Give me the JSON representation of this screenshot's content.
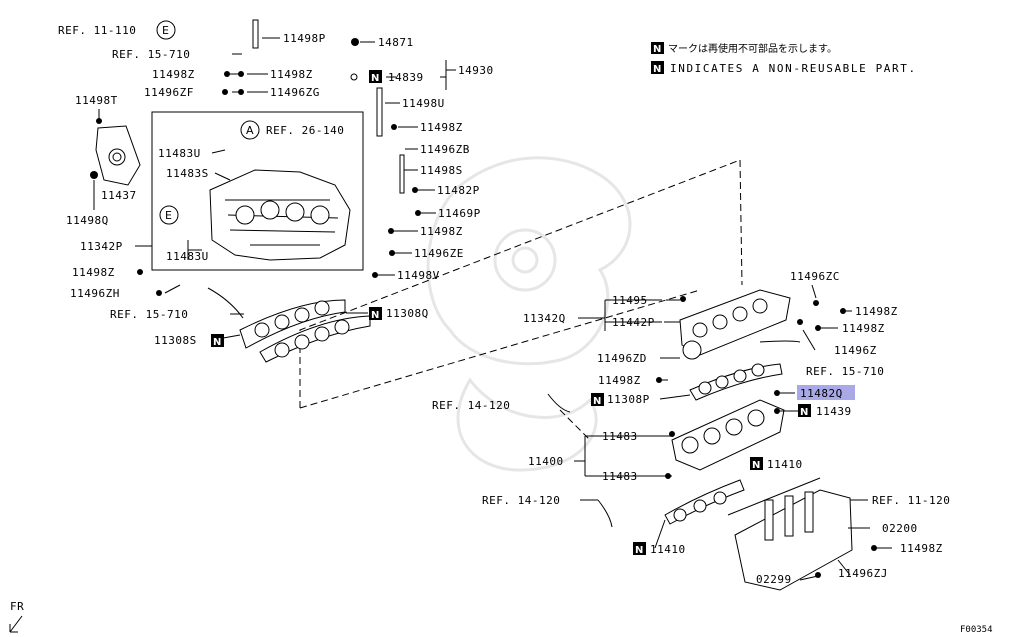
{
  "notes": {
    "japanese": "マークは再使用不可部品を示します。",
    "english": "INDICATES A NON-REUSABLE PART.",
    "marker": "N"
  },
  "circle_refs": {
    "e": "E",
    "a": "A"
  },
  "labels": {
    "ref_11_110": "REF. 11-110",
    "ref_15_710_top": "REF. 15-710",
    "p_11498P": "11498P",
    "p_14871": "14871",
    "p_14839": "14839",
    "p_14930": "14930",
    "p_11498Z_a": "11498Z",
    "p_11498Z_b": "11498Z",
    "p_11496ZF": "11496ZF",
    "p_11496ZG": "11496ZG",
    "p_11498T": "11498T",
    "p_11498U": "11498U",
    "ref_26_140": "REF. 26-140",
    "p_11498Z_c": "11498Z",
    "p_11483U_a": "11483U",
    "p_11496ZB": "11496ZB",
    "p_11483S": "11483S",
    "p_11498S": "11498S",
    "p_11437": "11437",
    "p_11482P": "11482P",
    "p_11498Q": "11498Q",
    "p_11469P": "11469P",
    "p_11498Z_d": "11498Z",
    "p_11342P": "11342P",
    "p_11496ZE": "11496ZE",
    "p_11483U_b": "11483U",
    "p_11498Z_e": "11498Z",
    "p_11498V": "11498V",
    "p_11496ZH": "11496ZH",
    "ref_15_710_mid": "REF. 15-710",
    "p_11308Q": "11308Q",
    "p_11308S": "11308S",
    "p_11496ZC": "11496ZC",
    "p_11495": "11495",
    "p_11342Q": "11342Q",
    "p_11498Z_f": "11498Z",
    "p_11442P": "11442P",
    "p_11498Z_g": "11498Z",
    "p_11496Z": "11496Z",
    "p_11496ZD": "11496ZD",
    "ref_15_710_right": "REF. 15-710",
    "p_11498Z_h": "11498Z",
    "p_11482Q": "11482Q",
    "ref_14_120_a": "REF. 14-120",
    "p_11308P": "11308P",
    "p_11439": "11439",
    "p_11483_a": "11483",
    "p_11400": "11400",
    "p_11410_a": "11410",
    "p_11483_b": "11483",
    "ref_14_120_b": "REF. 14-120",
    "ref_11_120": "REF. 11-120",
    "p_02200": "02200",
    "p_11498Z_i": "11498Z",
    "p_11410_b": "11410",
    "p_02299": "02299",
    "p_11496ZJ": "11496ZJ",
    "fr": "FR",
    "figure_code": "F00354"
  },
  "highlight_color": "#a9a9e8"
}
